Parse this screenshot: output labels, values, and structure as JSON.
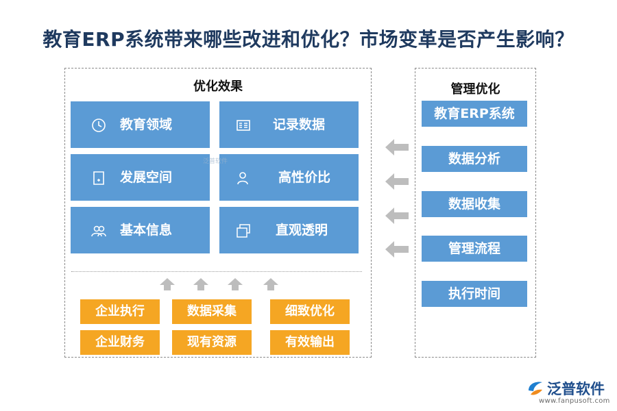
{
  "title": "教育ERP系统带来哪些改进和优化？市场变革是否产生影响？",
  "left_panel": {
    "heading": "优化效果",
    "cards": [
      {
        "label": "教育领域",
        "icon": "clock-icon"
      },
      {
        "label": "记录数据",
        "icon": "register-icon"
      },
      {
        "label": "发展空间",
        "icon": "document-icon"
      },
      {
        "label": "高性价比",
        "icon": "user-icon"
      },
      {
        "label": "基本信息",
        "icon": "users-icon"
      },
      {
        "label": "直观透明",
        "icon": "stacked-windows-icon"
      }
    ],
    "factors": [
      "企业执行",
      "数据采集",
      "细致优化",
      "企业财务",
      "现有资源",
      "有效输出"
    ]
  },
  "right_panel": {
    "heading": "管理优化",
    "items": [
      "教育ERP系统",
      "数据分析",
      "数据收集",
      "管理流程",
      "执行时间"
    ]
  },
  "watermark": "泛普软件",
  "brand": {
    "name": "泛普软件",
    "url": "www.fanpusoft.com",
    "logo_icon": "fanpu-logo-icon"
  },
  "colors": {
    "card_blue": "#5b9bd5",
    "factor_orange": "#f5a623",
    "title_navy": "#1f3a5f",
    "arrow_gray": "#bdbdbd"
  }
}
